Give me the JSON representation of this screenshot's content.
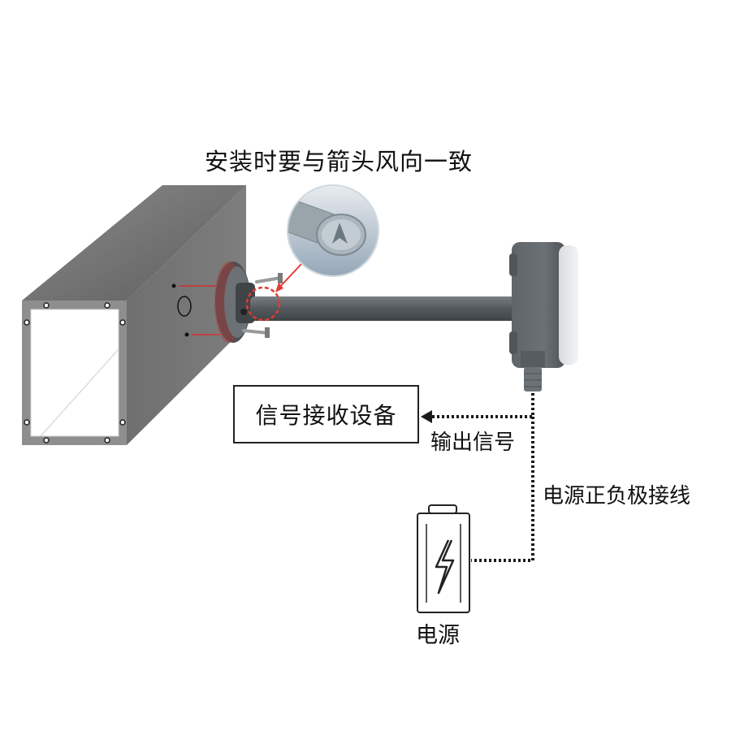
{
  "install_note": "安装时要与箭头风向一致",
  "receiver": {
    "label": "信号接收设备"
  },
  "output_signal": {
    "label": "输出信号"
  },
  "power_wiring": {
    "label": "电源正负极接线"
  },
  "power_source": {
    "label": "电源"
  },
  "colors": {
    "duct_face": "#7d7d7d",
    "duct_top": "#6a6a6a",
    "probe": "#5c6266",
    "highlight_circle": "#e53935",
    "wire": "#1a1a1a"
  }
}
